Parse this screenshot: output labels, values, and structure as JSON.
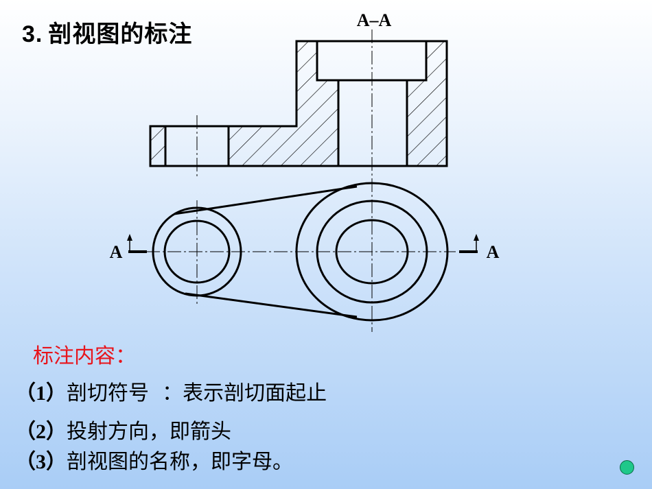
{
  "title": {
    "number": "3.",
    "text": "剖视图的标注"
  },
  "diagram": {
    "section_label": "A–A",
    "cut_label_left": "A",
    "cut_label_right": "A"
  },
  "annotation": {
    "heading": "标注内容：",
    "items": [
      {
        "num": "（1）",
        "text": "剖切符号  ：表示剖切面起止"
      },
      {
        "num": "（2）",
        "text": "投射方向，即箭头"
      },
      {
        "num": "（3）",
        "text": "剖视图的名称，即字母。"
      }
    ]
  },
  "colors": {
    "heading": "#e8141b",
    "nav_dot": "#1fc88a"
  },
  "nav": {
    "icon": "circle-nav-icon"
  }
}
